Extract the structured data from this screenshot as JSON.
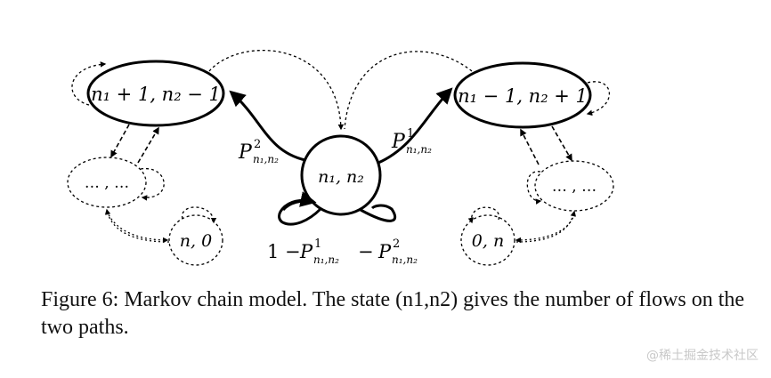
{
  "diagram": {
    "nodes": {
      "left_top": "n₁ + 1, n₂ − 1",
      "center": "n₁, n₂",
      "right_top": "n₁ − 1, n₂ + 1",
      "left_mid": "… , …",
      "right_mid": "… , …",
      "left_bottom": "n, 0",
      "right_bottom": "0, n"
    },
    "edges": {
      "to_left": {
        "main": "P",
        "sup": "2",
        "sub": "n₁,n₂"
      },
      "to_right": {
        "main": "P",
        "sup": "1",
        "sub": "n₁,n₂"
      },
      "self_loop": "1 − P¹n₁,n₂ − P²n₁,n₂",
      "self_loop_parts": {
        "one": "1 −",
        "p1": "P",
        "p1_sup": "1",
        "p1_sub": "n₁,n₂",
        "minus": "−",
        "p2": "P",
        "p2_sup": "2",
        "p2_sub": "n₁,n₂"
      }
    }
  },
  "caption": "Figure 6: Markov chain model. The state (n1,n2) gives the number of flows on the two paths.",
  "watermark": "@稀土掘金技术社区"
}
